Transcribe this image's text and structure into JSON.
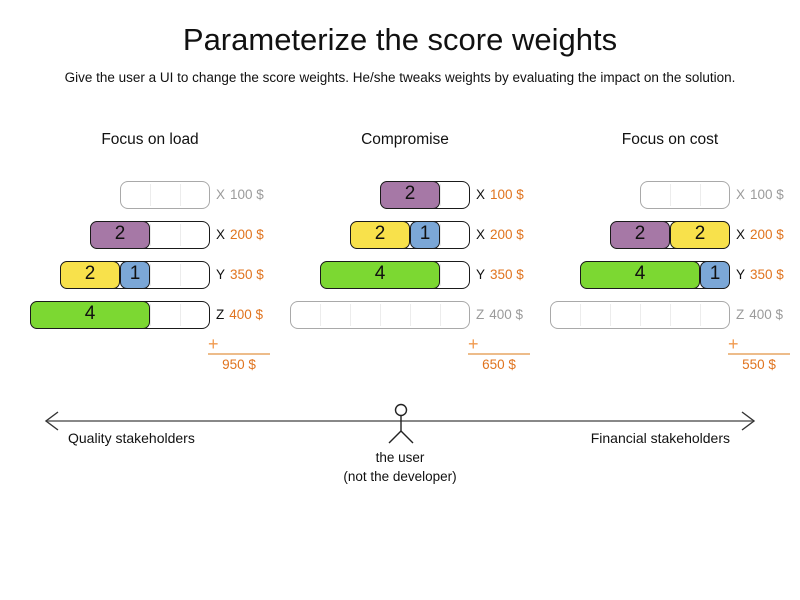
{
  "title": "Parameterize the score weights",
  "subtitle": "Give the user a UI to change the score weights. He/she tweaks weights by evaluating the impact on the solution.",
  "plus_sign": "+",
  "colors": {
    "purple": "#a678a6",
    "yellow": "#f8e14b",
    "blue": "#7ba7d7",
    "green": "#7cd832",
    "price_orange": "#e0741f",
    "plus_orange": "#f09a4f",
    "line_orange": "#edbc8a",
    "gray_label": "#9b9b9b",
    "arrow_gray": "#888888"
  },
  "scenarios": [
    {
      "name": "Focus on load",
      "total": "950 $",
      "rows": [
        {
          "name": "X",
          "price": "100 $",
          "cells": 3,
          "used": false,
          "blocks": []
        },
        {
          "name": "X",
          "price": "200 $",
          "cells": 4,
          "used": true,
          "blocks": [
            {
              "value": "2",
              "size": 2,
              "color": "purple"
            }
          ]
        },
        {
          "name": "Y",
          "price": "350 $",
          "cells": 5,
          "used": true,
          "blocks": [
            {
              "value": "2",
              "size": 2,
              "color": "yellow"
            },
            {
              "value": "1",
              "size": 1,
              "color": "blue"
            }
          ]
        },
        {
          "name": "Z",
          "price": "400 $",
          "cells": 6,
          "used": true,
          "blocks": [
            {
              "value": "4",
              "size": 4,
              "color": "green"
            }
          ]
        }
      ]
    },
    {
      "name": "Compromise",
      "total": "650 $",
      "rows": [
        {
          "name": "X",
          "price": "100 $",
          "cells": 3,
          "used": true,
          "blocks": [
            {
              "value": "2",
              "size": 2,
              "color": "purple"
            }
          ]
        },
        {
          "name": "X",
          "price": "200 $",
          "cells": 4,
          "used": true,
          "blocks": [
            {
              "value": "2",
              "size": 2,
              "color": "yellow"
            },
            {
              "value": "1",
              "size": 1,
              "color": "blue"
            }
          ]
        },
        {
          "name": "Y",
          "price": "350 $",
          "cells": 5,
          "used": true,
          "blocks": [
            {
              "value": "4",
              "size": 4,
              "color": "green"
            }
          ]
        },
        {
          "name": "Z",
          "price": "400 $",
          "cells": 6,
          "used": false,
          "blocks": []
        }
      ]
    },
    {
      "name": "Focus on cost",
      "total": "550 $",
      "rows": [
        {
          "name": "X",
          "price": "100 $",
          "cells": 3,
          "used": false,
          "blocks": []
        },
        {
          "name": "X",
          "price": "200 $",
          "cells": 4,
          "used": true,
          "blocks": [
            {
              "value": "2",
              "size": 2,
              "color": "purple"
            },
            {
              "value": "2",
              "size": 2,
              "color": "yellow"
            }
          ]
        },
        {
          "name": "Y",
          "price": "350 $",
          "cells": 5,
          "used": true,
          "blocks": [
            {
              "value": "4",
              "size": 4,
              "color": "green"
            },
            {
              "value": "1",
              "size": 1,
              "color": "blue"
            }
          ]
        },
        {
          "name": "Z",
          "price": "400 $",
          "cells": 6,
          "used": false,
          "blocks": []
        }
      ]
    }
  ],
  "axis": {
    "left_label": "Quality stakeholders",
    "right_label": "Financial stakeholders",
    "center_label_line1": "the user",
    "center_label_line2": "(not the developer)"
  }
}
